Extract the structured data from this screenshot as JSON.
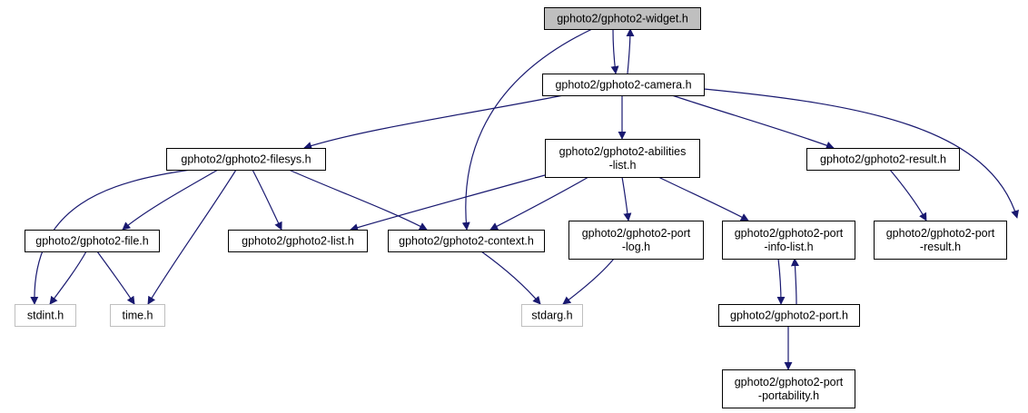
{
  "colors": {
    "edge": "#191970",
    "node_border": "#000000",
    "external_border": "#bfbfbf",
    "root_fill": "#bfbfbf",
    "node_fill": "#ffffff"
  },
  "nodes": {
    "widget": {
      "lines": [
        "gphoto2/gphoto2-widget.h"
      ],
      "kind": "root"
    },
    "camera": {
      "lines": [
        "gphoto2/gphoto2-camera.h"
      ],
      "kind": "normal"
    },
    "filesys": {
      "lines": [
        "gphoto2/gphoto2-filesys.h"
      ],
      "kind": "normal"
    },
    "abilities": {
      "lines": [
        "gphoto2/gphoto2-abilities",
        "-list.h"
      ],
      "kind": "normal"
    },
    "result": {
      "lines": [
        "gphoto2/gphoto2-result.h"
      ],
      "kind": "normal"
    },
    "file": {
      "lines": [
        "gphoto2/gphoto2-file.h"
      ],
      "kind": "normal"
    },
    "list": {
      "lines": [
        "gphoto2/gphoto2-list.h"
      ],
      "kind": "normal"
    },
    "context": {
      "lines": [
        "gphoto2/gphoto2-context.h"
      ],
      "kind": "normal"
    },
    "portlog": {
      "lines": [
        "gphoto2/gphoto2-port",
        "-log.h"
      ],
      "kind": "normal"
    },
    "portinfo": {
      "lines": [
        "gphoto2/gphoto2-port",
        "-info-list.h"
      ],
      "kind": "normal"
    },
    "portresult": {
      "lines": [
        "gphoto2/gphoto2-port",
        "-result.h"
      ],
      "kind": "normal"
    },
    "stdint": {
      "lines": [
        "stdint.h"
      ],
      "kind": "external"
    },
    "time": {
      "lines": [
        "time.h"
      ],
      "kind": "external"
    },
    "stdarg": {
      "lines": [
        "stdarg.h"
      ],
      "kind": "external"
    },
    "port": {
      "lines": [
        "gphoto2/gphoto2-port.h"
      ],
      "kind": "normal"
    },
    "portability": {
      "lines": [
        "gphoto2/gphoto2-port",
        "-portability.h"
      ],
      "kind": "normal"
    }
  },
  "edges": [
    {
      "from": "widget",
      "to": "camera"
    },
    {
      "from": "camera",
      "to": "widget"
    },
    {
      "from": "widget",
      "to": "context"
    },
    {
      "from": "camera",
      "to": "filesys"
    },
    {
      "from": "camera",
      "to": "abilities"
    },
    {
      "from": "camera",
      "to": "result"
    },
    {
      "from": "camera",
      "to": "port"
    },
    {
      "from": "filesys",
      "to": "stdint"
    },
    {
      "from": "filesys",
      "to": "file"
    },
    {
      "from": "filesys",
      "to": "time"
    },
    {
      "from": "filesys",
      "to": "list"
    },
    {
      "from": "filesys",
      "to": "context"
    },
    {
      "from": "abilities",
      "to": "list"
    },
    {
      "from": "abilities",
      "to": "context"
    },
    {
      "from": "abilities",
      "to": "portlog"
    },
    {
      "from": "abilities",
      "to": "portinfo"
    },
    {
      "from": "result",
      "to": "portresult"
    },
    {
      "from": "file",
      "to": "stdint"
    },
    {
      "from": "file",
      "to": "time"
    },
    {
      "from": "context",
      "to": "stdarg"
    },
    {
      "from": "portlog",
      "to": "stdarg"
    },
    {
      "from": "portinfo",
      "to": "port"
    },
    {
      "from": "port",
      "to": "portinfo"
    },
    {
      "from": "port",
      "to": "portability"
    }
  ]
}
